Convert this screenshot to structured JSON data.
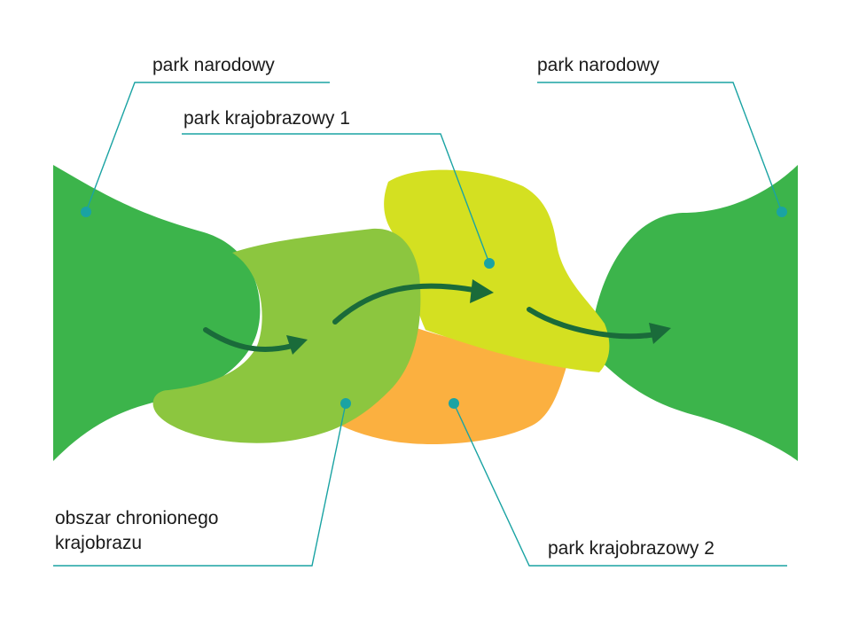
{
  "labels": {
    "national_park_left": "park narodowy",
    "national_park_right": "park narodowy",
    "landscape_park_1": "park krajobrazowy 1",
    "landscape_park_2": "park krajobrazowy 2",
    "protected_landscape_line1": "obszar chronionego",
    "protected_landscape_line2": "krajobrazu"
  },
  "colors": {
    "national_park": "#3cb44b",
    "protected_landscape": "#8cc63f",
    "landscape_park_1": "#d4e021",
    "landscape_park_2": "#fbb040",
    "arrow": "#1a6b3a",
    "leader_line": "#1aa3a3",
    "label_text": "#1a1a1a"
  }
}
